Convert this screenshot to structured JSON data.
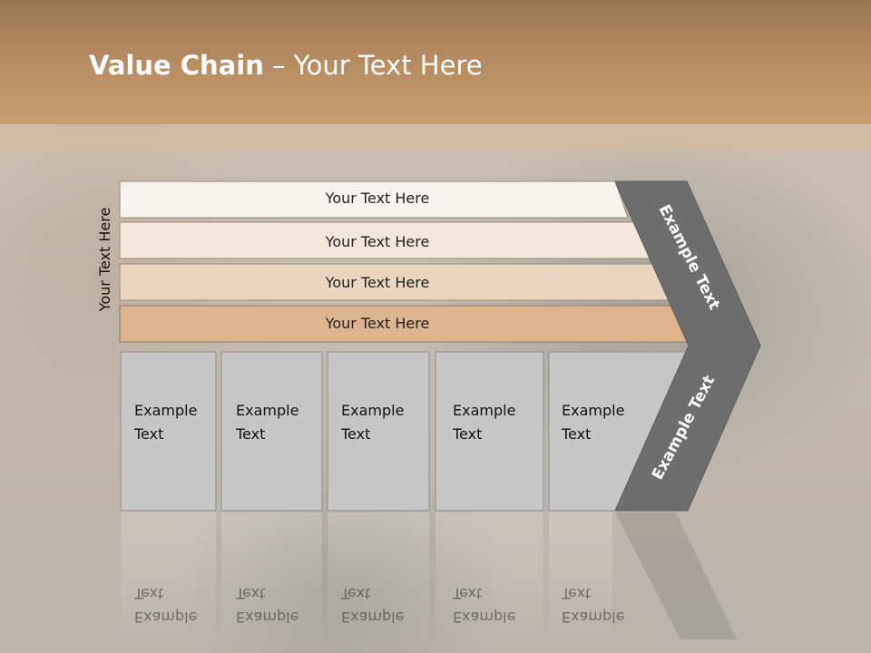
{
  "slide": {
    "title_bold": "Value Chain",
    "title_rest": " – Your Text Here",
    "side_label": "Your Text Here"
  },
  "rows": [
    "Your Text Here",
    "Your Text Here",
    "Your Text Here",
    "Your Text Here"
  ],
  "boxes": [
    {
      "line1": "Example",
      "line2": "Text"
    },
    {
      "line1": "Example",
      "line2": "Text"
    },
    {
      "line1": "Example",
      "line2": "Text"
    },
    {
      "line1": "Example",
      "line2": "Text"
    },
    {
      "line1": "Example",
      "line2": "Text"
    }
  ],
  "chevron": {
    "upper_label": "Example Text",
    "lower_label": "Example Text"
  },
  "colors": {
    "header": "#b88e63",
    "row_1": "#f7f3ee",
    "row_2": "#f2e7da",
    "row_3": "#e9d6c1",
    "row_4": "#dcb58e",
    "box": "#c6c6c6",
    "chevron": "#6e6e6e"
  }
}
